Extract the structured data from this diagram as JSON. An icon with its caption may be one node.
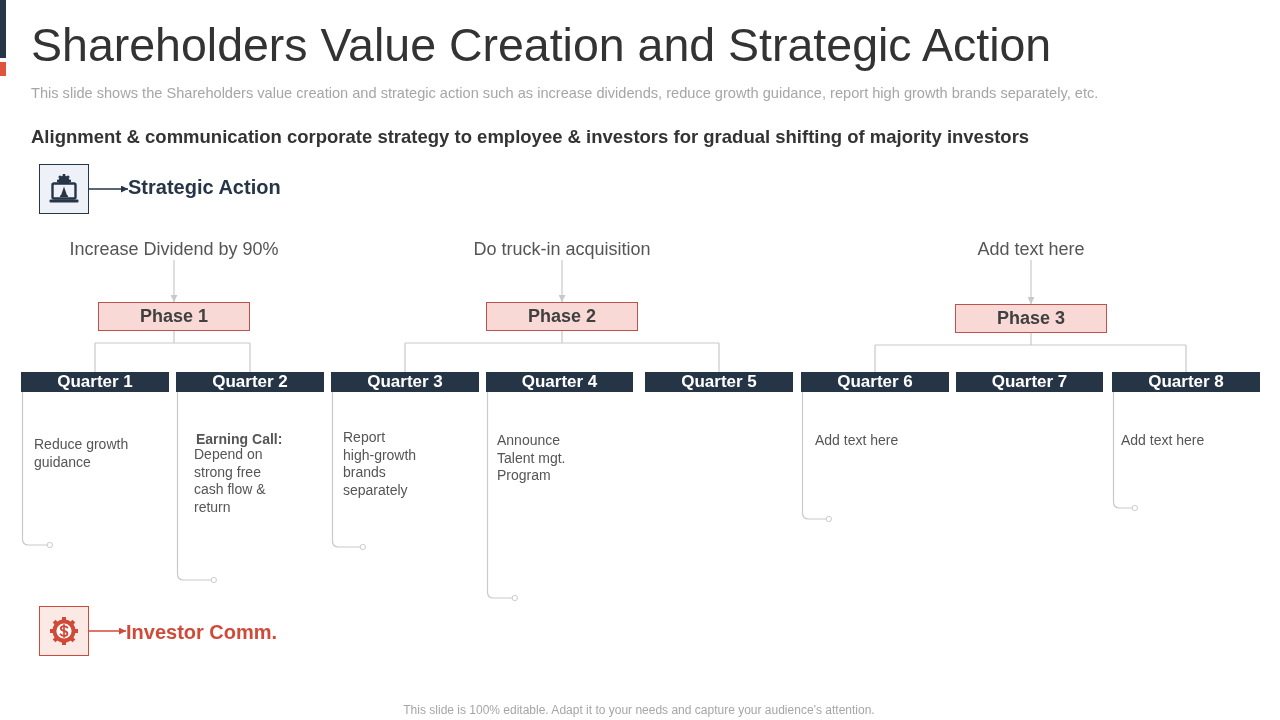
{
  "diagram": {
    "title": "Shareholders Value Creation and Strategic Action",
    "caption": "This slide is 100% editable. Adapt it to your needs and capture your audience’s attention.",
    "nodes": [
      {
        "text": [],
        "shape": "picture"
      },
      {
        "text": [
          "Strategic Action"
        ]
      },
      {
        "text": [
          "Increase Dividend by 90%"
        ]
      },
      {
        "text": [
          "Do truck-in acquisition"
        ]
      },
      {
        "text": [
          "Add text here"
        ]
      },
      {
        "text": [
          "Phase 1"
        ]
      },
      {
        "text": [
          "Phase 2"
        ]
      },
      {
        "text": [
          "Phase 3"
        ]
      },
      {
        "text": [
          "Quarter 1"
        ],
        "beside": [
          "Reduce growth guidance"
        ]
      },
      {
        "text": [
          "Quarter 2"
        ],
        "beside": [
          "Earning Call:",
          "Depend on strong free cash flow & return"
        ]
      },
      {
        "text": [
          "Quarter 3"
        ],
        "beside": [
          "Report high-growth brands separately"
        ]
      },
      {
        "text": [
          "Quarter 4"
        ],
        "beside": [
          "Announce Talent mgt. Program"
        ]
      },
      {
        "text": [
          "Quarter 5"
        ]
      },
      {
        "text": [
          "Quarter 6"
        ],
        "beside": [
          "Add text here"
        ]
      },
      {
        "text": [
          "Quarter 7"
        ]
      },
      {
        "text": [
          "Quarter 8"
        ],
        "beside": [
          "Add text here"
        ]
      },
      {
        "text": [],
        "shape": "picture"
      },
      {
        "text": [
          "Investor Comm."
        ]
      }
    ],
    "edges": [
      {
        "from": 0,
        "to": 1,
        "arrow": "to",
        "color": "#263547"
      },
      {
        "from": 2,
        "to": 5,
        "arrow": "to"
      },
      {
        "from": 3,
        "to": 6,
        "arrow": "to"
      },
      {
        "from": 4,
        "to": 7,
        "arrow": "to"
      },
      {
        "from": 5,
        "to": 8,
        "arrow": "none"
      },
      {
        "from": 5,
        "to": 9,
        "arrow": "none"
      },
      {
        "from": 6,
        "to": 10,
        "arrow": "none"
      },
      {
        "from": 6,
        "to": 12,
        "arrow": "none"
      },
      {
        "from": 7,
        "to": 13,
        "arrow": "none"
      },
      {
        "from": 7,
        "to": 15,
        "arrow": "none"
      },
      {
        "from": 8,
        "to": null,
        "arrow": "other"
      },
      {
        "from": 9,
        "to": null,
        "arrow": "other"
      },
      {
        "from": 10,
        "to": null,
        "arrow": "other"
      },
      {
        "from": 11,
        "to": null,
        "arrow": "other"
      },
      {
        "from": 13,
        "to": null,
        "arrow": "other"
      },
      {
        "from": 15,
        "to": null,
        "arrow": "other"
      },
      {
        "from": 16,
        "to": 17,
        "arrow": "to",
        "color": "#d04a37"
      }
    ],
    "labels": [
      "This slide shows the Shareholders value creation and strategic action such as increase dividends, reduce growth guidance, report high growth brands separately, etc.",
      "Alignment & communication corporate strategy to employee & investors for gradual shifting of majority investors"
    ]
  }
}
